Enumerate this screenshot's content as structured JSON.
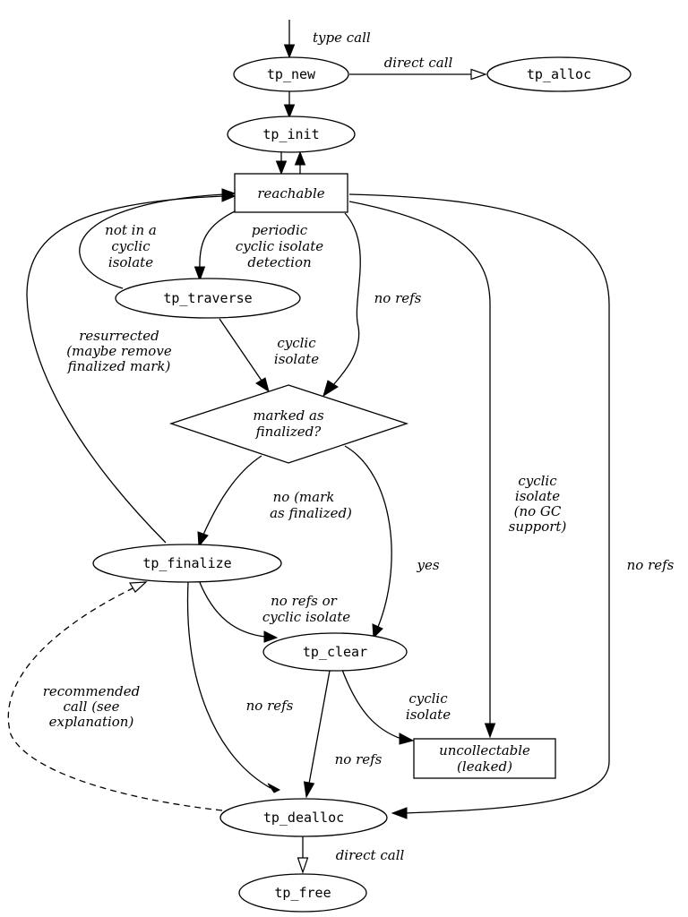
{
  "nodes": {
    "tp_new": "tp_new",
    "tp_alloc": "tp_alloc",
    "tp_init": "tp_init",
    "reachable": "reachable",
    "tp_traverse": "tp_traverse",
    "marked_line1": "marked as",
    "marked_line2": "finalized?",
    "tp_finalize": "tp_finalize",
    "tp_clear": "tp_clear",
    "uncollectable_line1": "uncollectable",
    "uncollectable_line2": "(leaked)",
    "tp_dealloc": "tp_dealloc",
    "tp_free": "tp_free"
  },
  "edges": {
    "type_call": "type call",
    "direct_call_alloc": "direct call",
    "not_in_cyclic_1": "not in a",
    "not_in_cyclic_2": "cyclic",
    "not_in_cyclic_3": "isolate",
    "periodic_1": "periodic",
    "periodic_2": "cyclic isolate",
    "periodic_3": "detection",
    "no_refs_reachable_marked": "no refs",
    "cyclic_isolate_1": "cyclic",
    "cyclic_isolate_2": "isolate",
    "resurrected_1": "resurrected",
    "resurrected_2": "(maybe remove",
    "resurrected_3": "finalized mark)",
    "no_mark_1": "no (mark",
    "no_mark_2": "as finalized)",
    "yes": "yes",
    "no_gc_1": "cyclic",
    "no_gc_2": "isolate",
    "no_gc_3": "(no GC",
    "no_gc_4": "support)",
    "no_refs_reachable_dealloc": "no refs",
    "no_refs_or_cyclic_1": "no refs or",
    "no_refs_or_cyclic_2": "cyclic isolate",
    "recommended_1": "recommended",
    "recommended_2": "call (see",
    "recommended_3": "explanation)",
    "no_refs_finalize_dealloc": "no refs",
    "clear_cyclic_1": "cyclic",
    "clear_cyclic_2": "isolate",
    "no_refs_clear_dealloc": "no refs",
    "direct_call_free": "direct call"
  }
}
